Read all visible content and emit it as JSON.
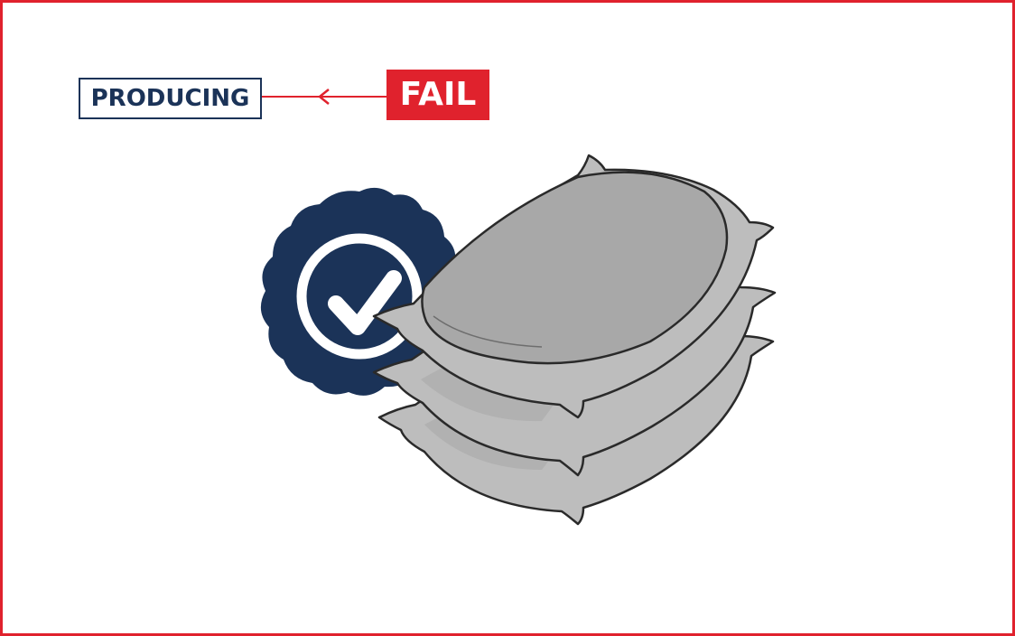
{
  "flow": {
    "source_label": "FAIL",
    "target_label": "PRODUCING"
  },
  "colors": {
    "accent_red": "#e0222d",
    "navy": "#1b3358",
    "bag_fill": "#bdbdbd",
    "bag_shadow": "#9a9a9a",
    "bag_outline": "#2a2a2a"
  },
  "icons": {
    "badge": "quality-check-badge-icon",
    "bags": "stacked-sandbags-illustration"
  }
}
